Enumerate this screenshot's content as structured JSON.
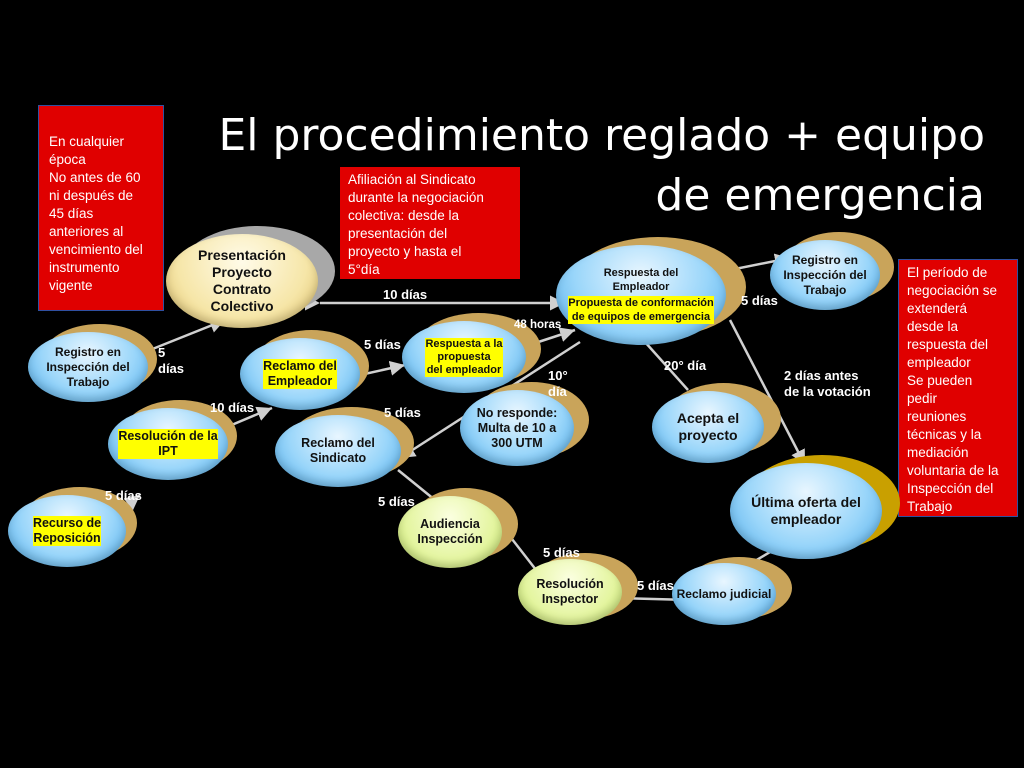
{
  "title": {
    "line1": "El procedimiento reglado + equipo",
    "line2": "de emergencia"
  },
  "notes": {
    "left": "En cualquier\népoca\nNo antes de 60\nni después de\n45 días\nanteriores al\nvencimiento del\ninstrumento\nvigente",
    "middle": "Afiliación al Sindicato\ndurante la negociación\ncolectiva: desde la\npresentación del\nproyecto y hasta el\n5°día",
    "right": "El período de\nnegociación se\nextenderá\ndesde la\nrespuesta del\nempleador\nSe pueden\npedir\nreuniones\ntécnicas y la\nmediación\nvoluntaria de la\nInspección del\nTrabajo"
  },
  "nodes": {
    "presentacion": "Presentación\nProyecto\nContrato\nColectivo",
    "registro_left": "Registro en\nInspección del\nTrabajo",
    "resolucion_ipt": "Resolución de la\nIPT",
    "recurso": "Recurso de\nReposición",
    "reclamo_empleador": "Reclamo del\nEmpleador",
    "reclamo_sindicato": "Reclamo del\nSindicato",
    "respuesta_propuesta": "Respuesta a la\npropuesta\ndel empleador",
    "respuesta_empleador": "Respuesta del\nEmpleador",
    "propuesta_equipos": "Propuesta de conformación\nde equipos de emergencia",
    "no_responde": "No responde:\nMulta de 10 a\n300 UTM",
    "acepta": "Acepta el\nproyecto",
    "registro_right": "Registro en\nInspección del\nTrabajo",
    "ultima_oferta": "Última oferta del\nempleador",
    "audiencia": "Audiencia\nInspección",
    "resolucion_inspector": "Resolución\nInspector",
    "reclamo_judicial": "Reclamo judicial"
  },
  "labels": {
    "d10_top": "10 días",
    "d5_reg": "5\ndías",
    "d10_res": "10 días",
    "d5_rec": "5 días",
    "d5_emp": "5 días",
    "d5_sind": "5 días",
    "h48": "48 horas",
    "d10deg": "10°\ndía",
    "d20deg": "20° día",
    "d5_resp": "5 días",
    "d2_antes": "2 días antes\nde la votación",
    "d5_aud": "5 días",
    "d5_resinsp": "5 días",
    "d5_judicial": "5 días"
  },
  "colors": {
    "note_red": "#e00000",
    "node_blue": "#9ad6fa",
    "node_cream": "#f6e6a8",
    "highlight": "#ffff00"
  }
}
